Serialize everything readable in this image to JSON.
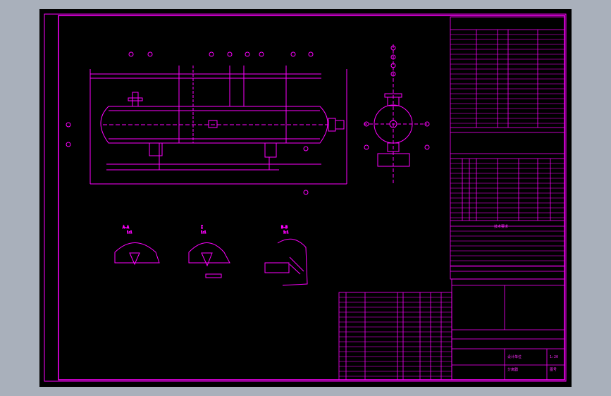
{
  "app": {
    "background_color": "#a9b0bb",
    "canvas_color": "#000000",
    "line_color": "#ff00ff",
    "accent_color": "#ffffff"
  },
  "drawing": {
    "view_labels": {
      "detail_a": "A-A",
      "detail_1": "I",
      "detail_b": "B-B"
    },
    "detail_scales": {
      "detail_a": "1:1",
      "detail_1": "1:1",
      "detail_b": "1:1"
    },
    "notes_title": "技术要求",
    "title_block": {
      "design_unit": "设计单位",
      "equipment_name": "分离器",
      "scale": "1:20",
      "drawing_no": "图号"
    }
  }
}
